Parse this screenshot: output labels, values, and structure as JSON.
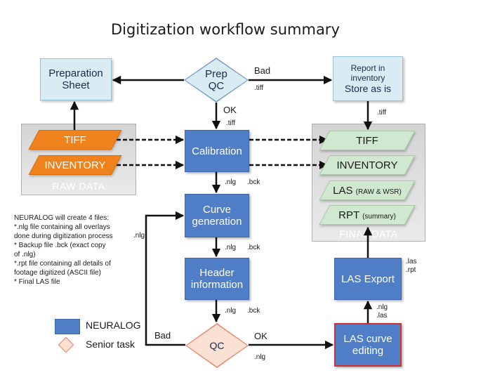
{
  "title": "Digitization workflow summary",
  "panels": {
    "raw": "RAW DATA",
    "final": "FINAL DATA"
  },
  "nodes": {
    "prep_sheet": [
      "Preparation",
      "Sheet"
    ],
    "prep_qc": [
      "Prep",
      "QC"
    ],
    "report": [
      "Report in",
      "inventory",
      "Store as is"
    ],
    "tiff_raw": "TIFF",
    "inventory_raw": "INVENTORY",
    "calibration": "Calibration",
    "curve_generation": [
      "Curve",
      "generation"
    ],
    "header_information": [
      "Header",
      "information"
    ],
    "qc": "QC",
    "las_curve_editing": [
      "LAS curve",
      "editing"
    ],
    "las_export": "LAS Export",
    "tiff_final": "TIFF",
    "inventory_final": "INVENTORY",
    "las_final": {
      "main": "LAS",
      "sub": "(RAW & WSR)"
    },
    "rpt_final": {
      "main": "RPT",
      "sub": "(summary)"
    }
  },
  "edge_labels": {
    "bad_top": "Bad",
    "tiff_top": ".tiff",
    "ok_top": "OK",
    "tiff_ok": ".tiff",
    "tiff_report": ".tiff",
    "nlg_1": ".nlg",
    "bck_1": ".bck",
    "nlg_2": ".nlg",
    "bck_2": ".bck",
    "nlg_3": ".nlg",
    "bck_3": ".bck",
    "nlg_loop": ".nlg",
    "bad_bottom": "Bad",
    "ok_bottom": "OK",
    "nlg_bottom": ".nlg",
    "nlg_export": ".nlg",
    "las_export_in": ".las",
    "las_out": ".las",
    "rpt_out": ".rpt"
  },
  "note_lines": [
    "NEURALOG will create 4 files:",
    "*.nlg file containing all overlays",
    "done during digitization process",
    "* Backup file .bck (exact copy",
    "of .nlg)",
    "*.rpt file containing all details of",
    "footage digitized (ASCII file)",
    "* Final LAS file"
  ],
  "legend": {
    "neuralog": "NEURALOG",
    "senior": "Senior task"
  },
  "colors": {
    "blue_box": "#4f7dc6",
    "light_box": "#d9ecf3",
    "orange": "#f0821e",
    "green": "#cfe8cf",
    "red_border": "#d2322d"
  }
}
